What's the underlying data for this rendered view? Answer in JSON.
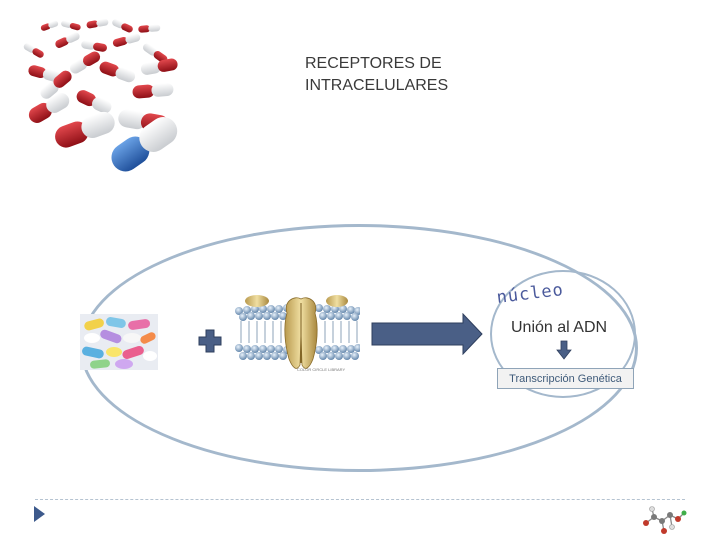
{
  "slide": {
    "title_line1": "RECEPTORES DE",
    "title_line2": "INTRACELULARES"
  },
  "diagram": {
    "nucleus_label": "núcleo",
    "dna_binding_label": "Unión al ADN",
    "transcription_label": "Transcripción Genética",
    "membrane_caption": "COLOR CIRCLE LIBRARY"
  },
  "colors": {
    "ellipse_stroke": "#a4b8cc",
    "arrow_fill": "#4a5f86",
    "plus_fill": "#4a5f86",
    "nucleus_text": "#4b5a9c",
    "pill_red": "#b0141c",
    "pill_blue": "#2f6fc0"
  },
  "icons": {
    "plus": "plus-icon",
    "arrow": "right-arrow-icon",
    "down_arrow": "down-arrow-icon",
    "play": "play-triangle-icon"
  }
}
